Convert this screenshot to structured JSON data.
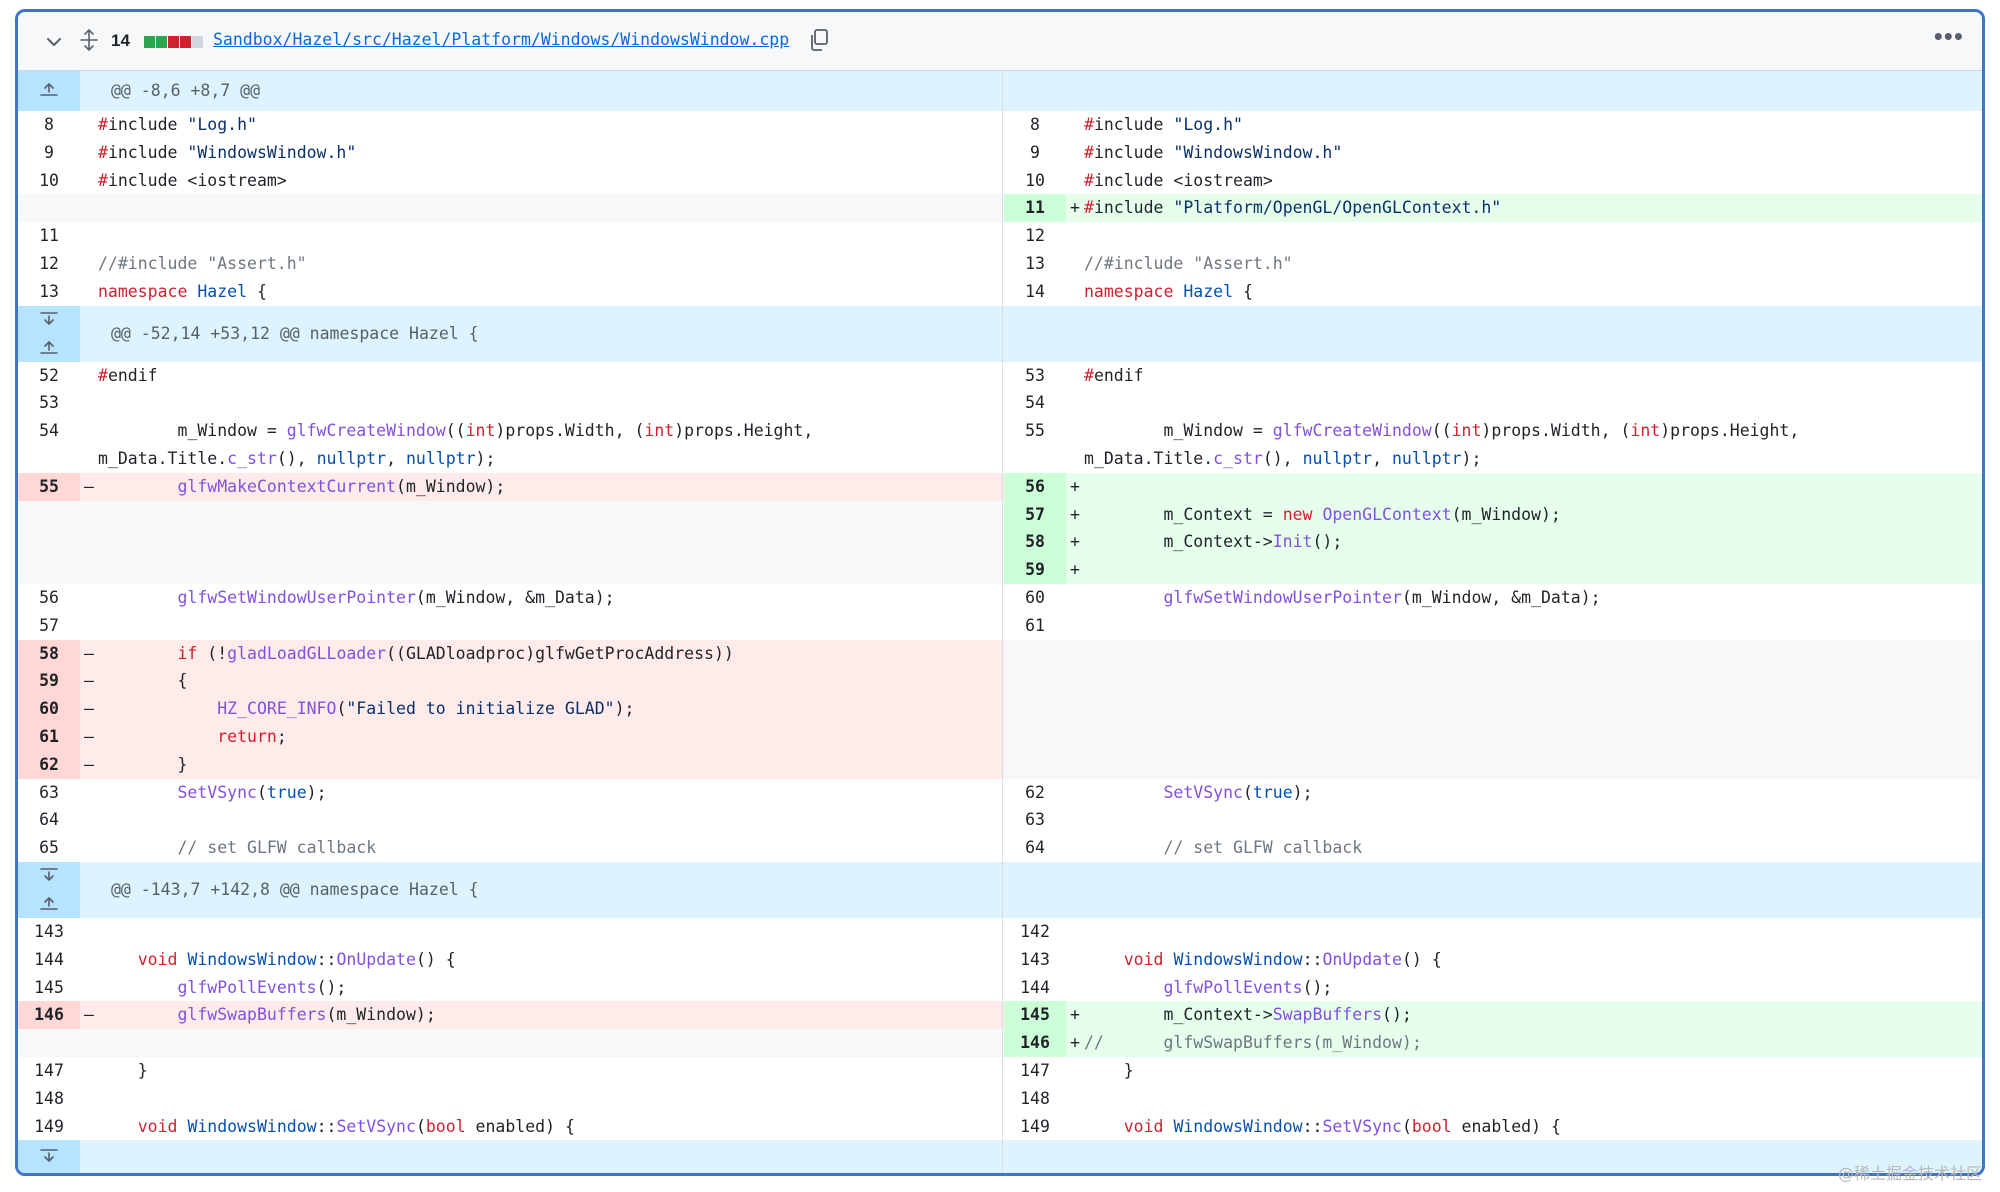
{
  "file": {
    "changes_count": "14",
    "path": "Sandbox/Hazel/src/Hazel/Platform/Windows/WindowsWindow.cpp",
    "stat_colors": [
      "#2da44e",
      "#2da44e",
      "#cf222e",
      "#cf222e",
      "#d0d7de"
    ],
    "more_label": "•••"
  },
  "diff": [
    {
      "type": "hunk",
      "text": "@@ -8,6 +8,7 @@",
      "expand": "up"
    },
    {
      "type": "ctx",
      "l": "8",
      "r": "8",
      "code": "#include \"Log.h\""
    },
    {
      "type": "ctx",
      "l": "9",
      "r": "9",
      "code": "#include \"WindowsWindow.h\""
    },
    {
      "type": "ctx",
      "l": "10",
      "r": "10",
      "code": "#include <iostream>"
    },
    {
      "type": "add",
      "l": "",
      "r": "11",
      "code": "#include \"Platform/OpenGL/OpenGLContext.h\""
    },
    {
      "type": "ctx",
      "l": "11",
      "r": "12",
      "code": ""
    },
    {
      "type": "ctx",
      "l": "12",
      "r": "13",
      "code": "//#include \"Assert.h\""
    },
    {
      "type": "ctx",
      "l": "13",
      "r": "14",
      "code": "namespace Hazel {"
    },
    {
      "type": "hunk",
      "text": "@@ -52,14 +53,12 @@ namespace Hazel {",
      "expand": "both"
    },
    {
      "type": "ctx",
      "l": "52",
      "r": "53",
      "code": "#endif"
    },
    {
      "type": "ctx",
      "l": "53",
      "r": "54",
      "code": ""
    },
    {
      "type": "ctx",
      "l": "54",
      "r": "55",
      "code": "        m_Window = glfwCreateWindow((int)props.Width, (int)props.Height,"
    },
    {
      "type": "ctx",
      "l": "",
      "r": "",
      "code": "m_Data.Title.c_str(), nullptr, nullptr);"
    },
    {
      "type": "mod",
      "l": "55",
      "r": "56",
      "lcode": "        glfwMakeContextCurrent(m_Window);",
      "rcode": ""
    },
    {
      "type": "add",
      "l": "",
      "r": "57",
      "code": "        m_Context = new OpenGLContext(m_Window);"
    },
    {
      "type": "add",
      "l": "",
      "r": "58",
      "code": "        m_Context->Init();"
    },
    {
      "type": "add",
      "l": "",
      "r": "59",
      "code": ""
    },
    {
      "type": "ctx",
      "l": "56",
      "r": "60",
      "code": "        glfwSetWindowUserPointer(m_Window, &m_Data);"
    },
    {
      "type": "ctx",
      "l": "57",
      "r": "61",
      "code": ""
    },
    {
      "type": "del",
      "l": "58",
      "r": "",
      "code": "        if (!gladLoadGLLoader((GLADloadproc)glfwGetProcAddress))"
    },
    {
      "type": "del",
      "l": "59",
      "r": "",
      "code": "        {"
    },
    {
      "type": "del",
      "l": "60",
      "r": "",
      "code": "            HZ_CORE_INFO(\"Failed to initialize GLAD\");"
    },
    {
      "type": "del",
      "l": "61",
      "r": "",
      "code": "            return;"
    },
    {
      "type": "del",
      "l": "62",
      "r": "",
      "code": "        }"
    },
    {
      "type": "ctx",
      "l": "63",
      "r": "62",
      "code": "        SetVSync(true);"
    },
    {
      "type": "ctx",
      "l": "64",
      "r": "63",
      "code": ""
    },
    {
      "type": "ctx",
      "l": "65",
      "r": "64",
      "code": "        // set GLFW callback"
    },
    {
      "type": "hunk",
      "text": "@@ -143,7 +142,8 @@ namespace Hazel {",
      "expand": "both"
    },
    {
      "type": "ctx",
      "l": "143",
      "r": "142",
      "code": ""
    },
    {
      "type": "ctx",
      "l": "144",
      "r": "143",
      "code": "    void WindowsWindow::OnUpdate() {"
    },
    {
      "type": "ctx",
      "l": "145",
      "r": "144",
      "code": "        glfwPollEvents();"
    },
    {
      "type": "mod",
      "l": "146",
      "r": "145",
      "lcode": "        glfwSwapBuffers(m_Window);",
      "rcode": "        m_Context->SwapBuffers();"
    },
    {
      "type": "add",
      "l": "",
      "r": "146",
      "code": "//      glfwSwapBuffers(m_Window);"
    },
    {
      "type": "ctx",
      "l": "147",
      "r": "147",
      "code": "    }"
    },
    {
      "type": "ctx",
      "l": "148",
      "r": "148",
      "code": ""
    },
    {
      "type": "ctx",
      "l": "149",
      "r": "149",
      "code": "    void WindowsWindow::SetVSync(bool enabled) {"
    },
    {
      "type": "hunk",
      "text": "",
      "expand": "down"
    }
  ],
  "watermark": "@稀土掘金技术社区"
}
